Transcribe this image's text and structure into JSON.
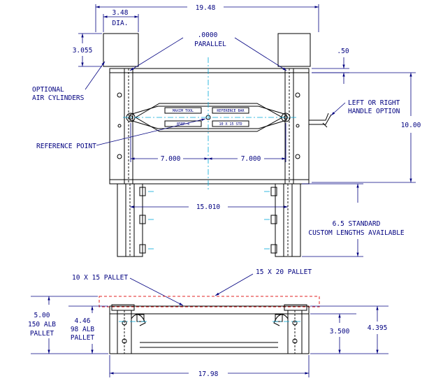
{
  "dims": {
    "top_width": "19.48",
    "cyl_dia_value": "3.48",
    "cyl_dia_unit": "DIA.",
    "cyl_height": "3.055",
    "parallel_value": ".0000",
    "parallel_label": "PARALLEL",
    "top_offset": ".50",
    "body_height": "10.00",
    "left_spacing": "7.000",
    "right_spacing": "7.000",
    "rail_spacing": "15.010",
    "length_std": "6.5 STANDARD",
    "length_custom": "CUSTOM LENGTHS AVAILABLE",
    "pallet_150_a": "5.00",
    "pallet_150_b": "150 ALB",
    "pallet_150_c": "PALLET",
    "pallet_98_a": "4.46",
    "pallet_98_b": "98 ALB",
    "pallet_98_c": "PALLET",
    "side_height_a": "3.500",
    "side_height_b": "4.395",
    "bottom_width": "17.98"
  },
  "callouts": {
    "optional_1": "OPTIONAL",
    "optional_2": "AIR CYLINDERS",
    "handle_1": "LEFT OR RIGHT",
    "handle_2": "HANDLE OPTION",
    "reference_point": "REFERENCE POINT",
    "pallet_small": "10 X 15 PALLET",
    "pallet_large": "15 X 20 PALLET"
  },
  "bar_labels": {
    "maker": "MAXIM TOOL",
    "title": "REFERENCE BAR",
    "model": "85BF-4",
    "size": "10 X 15 STD"
  },
  "colors": {
    "dimension": "#000080",
    "centerline": "#00a8d8",
    "pallet_outline": "#e02020",
    "object": "#000000"
  }
}
